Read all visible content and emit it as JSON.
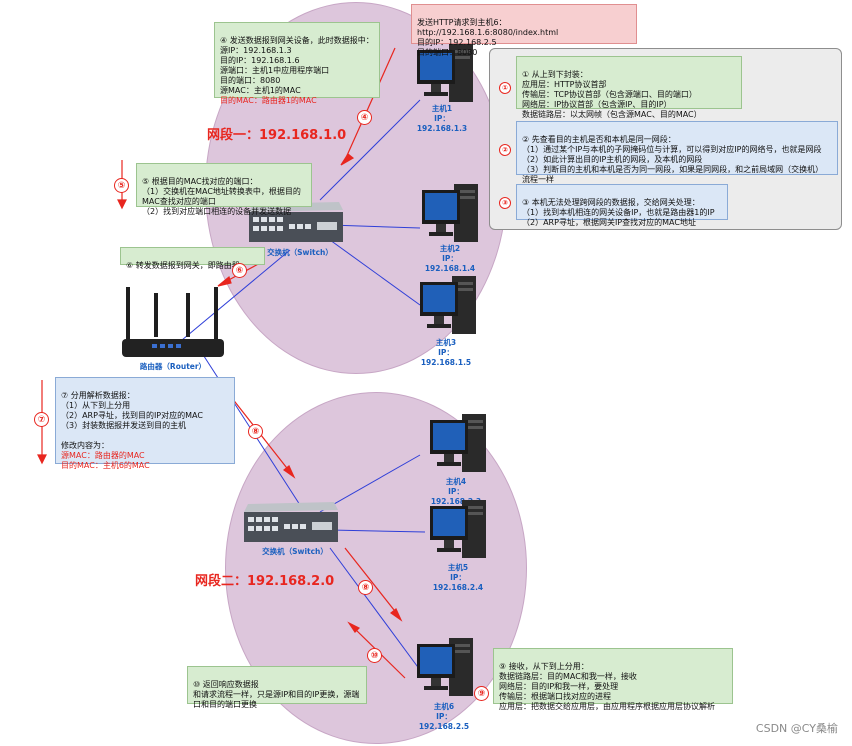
{
  "segments": {
    "seg1": "网段一：192.168.1.0",
    "seg2": "网段二：192.168.2.0"
  },
  "hosts": {
    "h1": {
      "name": "主机1",
      "ip": "IP：192.168.1.3"
    },
    "h2": {
      "name": "主机2",
      "ip": "IP：192.168.1.4"
    },
    "h3": {
      "name": "主机3",
      "ip": "IP：192.168.1.5"
    },
    "h4": {
      "name": "主机4",
      "ip": "IP：192.168.2.3"
    },
    "h5": {
      "name": "主机5",
      "ip": "IP：192.168.2.4"
    },
    "h6": {
      "name": "主机6",
      "ip": "IP：192.168.2.5"
    }
  },
  "devices": {
    "switch1": "交换机（Switch）",
    "switch2": "交换机（Switch）",
    "router": "路由器（Router）"
  },
  "boxes": {
    "http_request": "发送HTTP请求到主机6：http://192.168.1.6:8080/index.html\n目的IP：192.168.2.5\n目的端口：8080",
    "step4": "④ 发送数据报到网关设备，此时数据报中：\n源IP：192.168.1.3\n目的IP：192.168.1.6\n源端口：主机1中应用程序端口\n目的端口：8080\n源MAC：主机1的MAC",
    "step4_red": "目的MAC：路由器1的MAC",
    "step1": "① 从上到下封装：\n应用层：HTTP协议首部\n传输层：TCP协议首部（包含源端口、目的端口）\n网络层：IP协议首部（包含源IP、目的IP）\n数据链路层：以太网帧（包含源MAC、目的MAC）",
    "step2": "② 先查看目的主机是否和本机是同一网段：\n（1）通过某个IP与本机的子网掩码位与计算，可以得到对应IP的网络号，也就是网段\n（2）如此计算出目的IP主机的网段，及本机的网段\n（3）判断目的主机和本机是否为同一网段，如果是同网段，和之前局域网（交换机）\n流程一样",
    "step3": "③ 本机无法处理跨网段的数据报，交给网关处理：\n（1）找到本机相连的网关设备IP，也就是路由器1的IP\n（2）ARP寻址，根据网关IP查找对应的MAC地址",
    "step5": "⑤ 根据目的MAC找对应的端口：\n（1）交换机在MAC地址转换表中，根据目的MAC查找对应的端口\n（2）找到对应端口相连的设备并发送数据",
    "step6": "⑥ 转发数据报到网关，即路由器",
    "step7": "⑦ 分用解析数据报：\n（1）从下到上分用\n（2）ARP寻址，找到目的IP对应的MAC\n（3）封装数据报并发送到目的主机\n\n修改内容为：",
    "step7_red": "源MAC：路由器的MAC\n目的MAC：主机6的MAC",
    "step9": "⑨ 接收，从下到上分用：\n数据链路层：目的MAC和我一样，接收\n网络层：目的IP和我一样，要处理\n传输层：根据端口找对应的进程\n应用层：把数据交给应用层，由应用程序根据应用层协议解析",
    "step10": "⑩ 返回响应数据报\n和请求流程一样，只是源IP和目的IP更换，源端口和目的端口更换"
  },
  "markers": {
    "m1": "①",
    "m2": "②",
    "m3": "③",
    "m4": "④",
    "m5": "⑤",
    "m6": "⑥",
    "m7": "⑦",
    "m8a": "⑧",
    "m8b": "⑧",
    "m9": "⑨",
    "m10": "⑩"
  },
  "watermark": "CSDN @CY桑榆",
  "colors": {
    "circle": "#ddc6dc",
    "red": "#e8261f",
    "blue_line": "#2f3fd8",
    "host_label": "#1a5fbf"
  }
}
